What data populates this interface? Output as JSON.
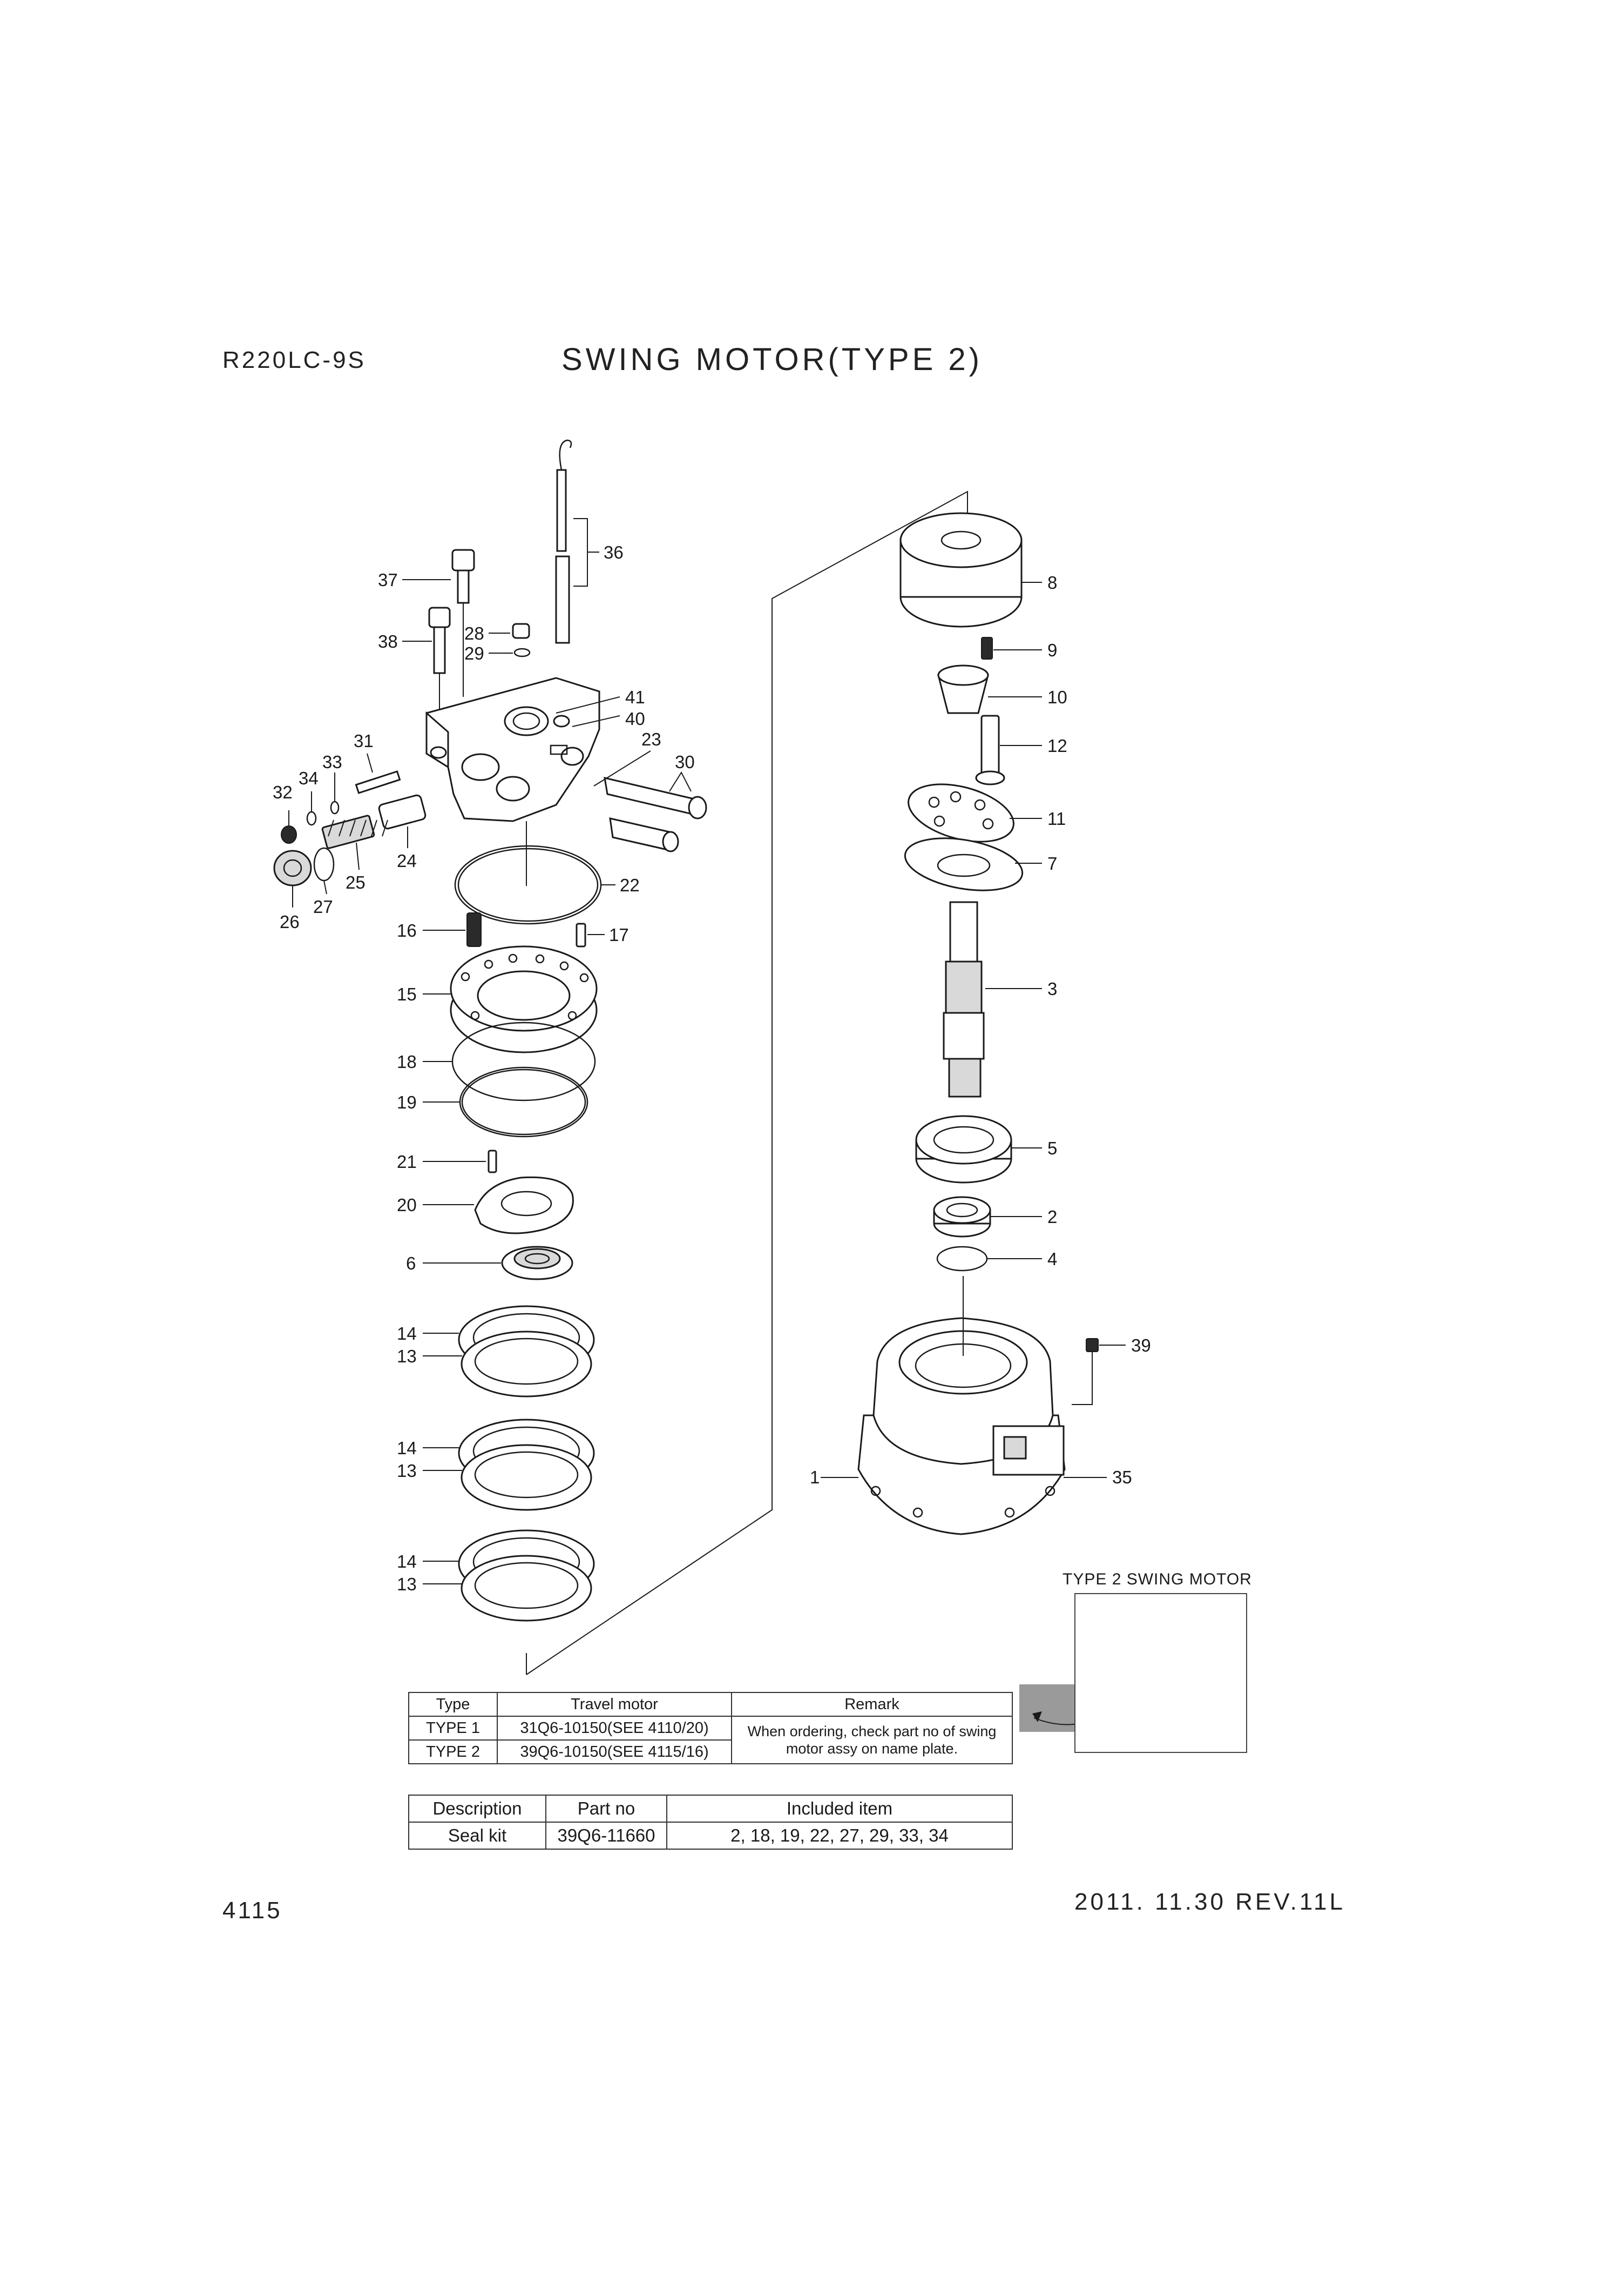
{
  "header": {
    "model": "R220LC-9S",
    "title": "SWING MOTOR(TYPE 2)"
  },
  "footer": {
    "page_number": "4115",
    "revision": "2011. 11.30  REV.11L"
  },
  "callouts": [
    "1",
    "2",
    "3",
    "4",
    "5",
    "6",
    "7",
    "8",
    "9",
    "10",
    "11",
    "12",
    "13",
    "14",
    "15",
    "16",
    "17",
    "18",
    "19",
    "20",
    "21",
    "22",
    "23",
    "24",
    "25",
    "26",
    "27",
    "28",
    "29",
    "30",
    "31",
    "32",
    "33",
    "34",
    "35",
    "36",
    "37",
    "38",
    "39",
    "40",
    "41"
  ],
  "inset": {
    "caption": "TYPE 2 SWING MOTOR"
  },
  "type_table": {
    "headers": [
      "Type",
      "Travel motor",
      "Remark"
    ],
    "rows": [
      {
        "type": "TYPE 1",
        "travel_motor": "31Q6-10150(SEE 4110/20)"
      },
      {
        "type": "TYPE 2",
        "travel_motor": "39Q6-10150(SEE 4115/16)"
      }
    ],
    "remark": "When ordering, check part no of swing motor assy on name plate."
  },
  "seal_table": {
    "headers": [
      "Description",
      "Part no",
      "Included item"
    ],
    "row": {
      "description": "Seal kit",
      "part_no": "39Q6-11660",
      "included": "2, 18, 19, 22, 27, 29, 33, 34"
    }
  },
  "colors": {
    "ink": "#1a1a1a",
    "shade": "#d9d9d9",
    "arrow_fill": "#9a9a9a"
  }
}
